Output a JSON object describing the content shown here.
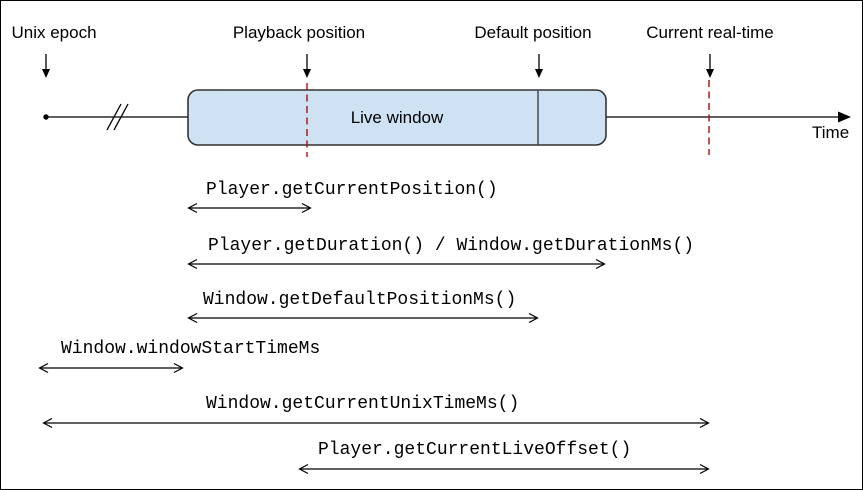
{
  "colors": {
    "window-fill": "#cfe2f3",
    "window-border": "#333333",
    "marker-line": "#a50e0e",
    "ink": "#000000"
  },
  "markers": [
    {
      "label": "Unix epoch"
    },
    {
      "label": "Playback position"
    },
    {
      "label": "Default position"
    },
    {
      "label": "Current real-time"
    }
  ],
  "timeline": {
    "axis_label": "Time",
    "window_label": "Live window"
  },
  "measures": [
    {
      "label": "Player.getCurrentPosition()"
    },
    {
      "label": "Player.getDuration() / Window.getDurationMs()"
    },
    {
      "label": "Window.getDefaultPositionMs()"
    },
    {
      "label": "Window.windowStartTimeMs"
    },
    {
      "label": "Window.getCurrentUnixTimeMs()"
    },
    {
      "label": "Player.getCurrentLiveOffset()"
    }
  ]
}
